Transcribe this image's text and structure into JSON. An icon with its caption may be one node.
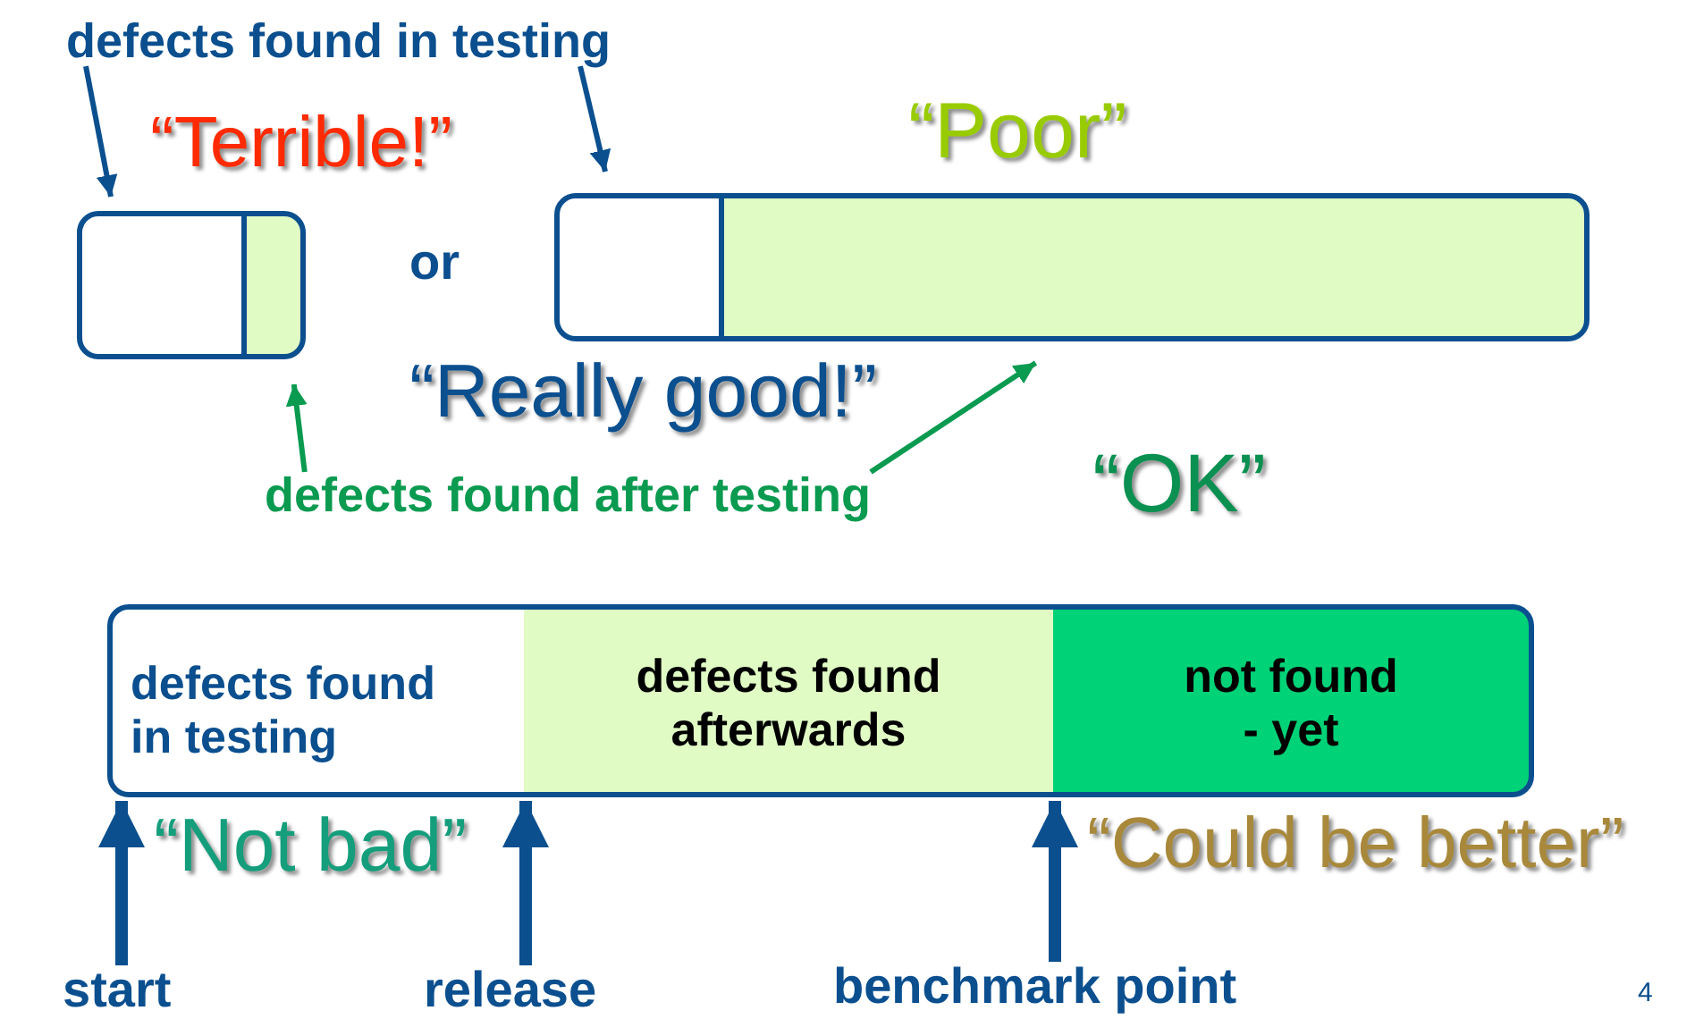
{
  "diagram": {
    "nodes": [
      {
        "text": [
          "defects found in testing"
        ]
      },
      {
        "text": [],
        "shape": "box"
      },
      {
        "text": [],
        "shape": "box"
      },
      {
        "text": [],
        "shape": "box"
      },
      {
        "text": [],
        "shape": "box"
      },
      {
        "text": [
          "defects found after testing"
        ]
      },
      {
        "text": [
          "defects found in testing"
        ]
      },
      {
        "text": [
          "defects found afterwards"
        ]
      },
      {
        "text": [
          "not found - yet"
        ]
      },
      {
        "text": [
          "start"
        ]
      },
      {
        "text": [
          "release"
        ]
      },
      {
        "text": [
          "benchmark point"
        ]
      }
    ],
    "edges": [
      {
        "from": 0,
        "to": 1,
        "arrow": "to"
      },
      {
        "from": 0,
        "to": 3,
        "arrow": "to"
      },
      {
        "from": 5,
        "to": 2,
        "arrow": "to",
        "color": "#0a9a50"
      },
      {
        "from": 5,
        "to": 4,
        "arrow": "to",
        "color": "#0a9a50"
      },
      {
        "from": 9,
        "to": 6,
        "arrow": "to",
        "style": "thick"
      },
      {
        "from": 10,
        "to": 7,
        "arrow": "to",
        "style": "thick"
      },
      {
        "from": 11,
        "to": 8,
        "arrow": "to",
        "style": "thick"
      }
    ],
    "labels": [
      "“Poor”",
      "“Terrible!”",
      "or",
      "“Really good!”",
      "“OK”",
      "“Not bad”",
      "“Could be better”",
      "4"
    ]
  }
}
